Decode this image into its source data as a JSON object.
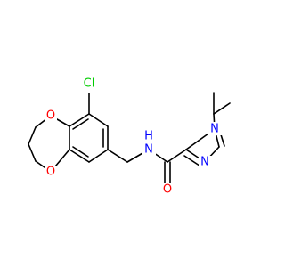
{
  "molecule": {
    "colors": {
      "bond": "#000000",
      "oxygen": "#ff0000",
      "nitrogen": "#0000ff",
      "chlorine": "#00cc00",
      "background": "#ffffff"
    },
    "labels": {
      "chlorine": "Cl",
      "ring_oxygen_top": "O",
      "ring_oxygen_bottom": "O",
      "amide_nh": "N",
      "amide_h": "H",
      "carbonyl_oxygen": "O",
      "imidazole_n1": "N",
      "imidazole_n3": "N"
    }
  }
}
